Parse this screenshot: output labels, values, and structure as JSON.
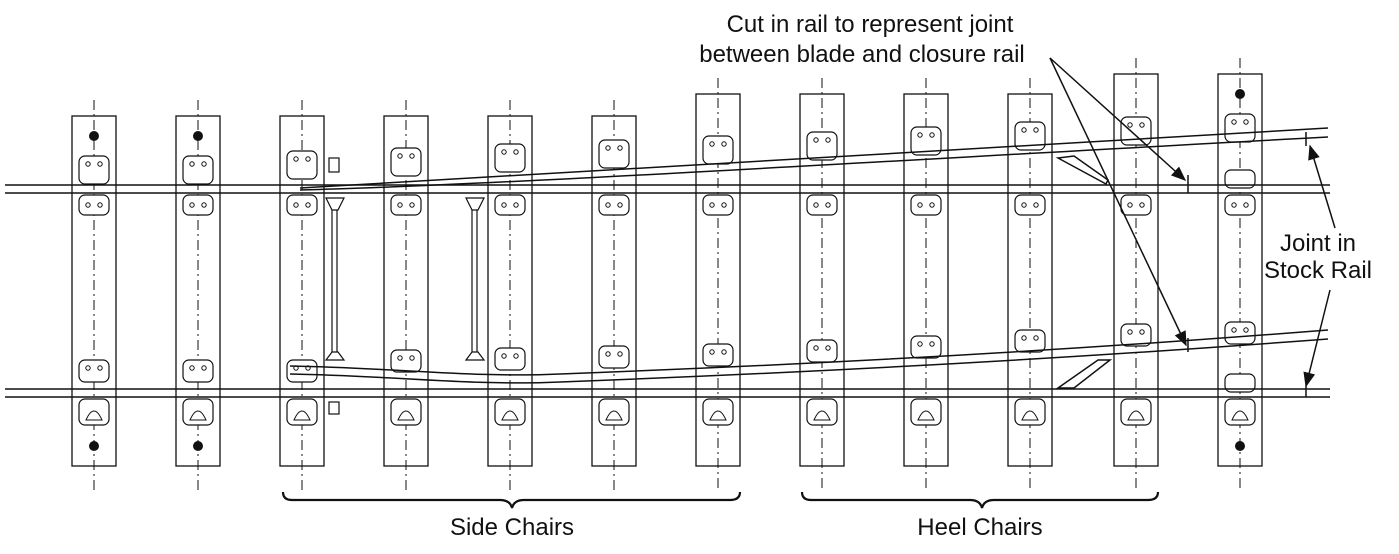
{
  "diagram": {
    "annotation_cut": {
      "line1": "Cut in rail to represent joint",
      "line2": "between blade and closure rail"
    },
    "annotation_joint": {
      "line1": "Joint in",
      "line2": "Stock Rail"
    },
    "brackets": {
      "side": "Side Chairs",
      "heel": "Heel Chairs"
    },
    "colors": {
      "ink": "#111111",
      "paper": "#ffffff"
    }
  }
}
